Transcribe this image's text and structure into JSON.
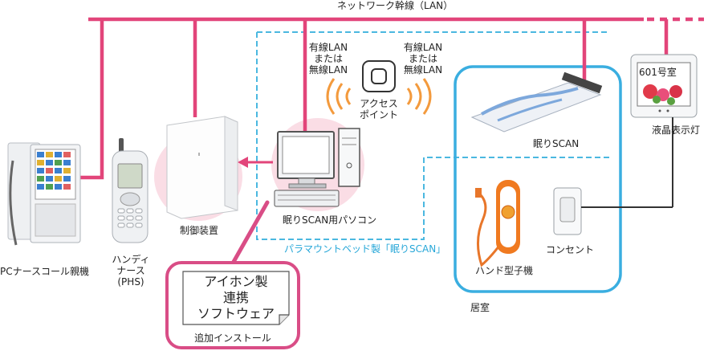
{
  "network": {
    "backbone_label": "ネットワーク幹線（LAN）"
  },
  "devices": {
    "nurse_call": "PCナースコール親機",
    "handy_nurse": [
      "ハンディ",
      "ナース",
      "(PHS)"
    ],
    "controller": "制御装置",
    "pc": "眠りSCAN用パソコン",
    "access_point": [
      "アクセス",
      "ポイント"
    ],
    "lan_left": [
      "有線LAN",
      "または",
      "無線LAN"
    ],
    "lan_right": [
      "有線LAN",
      "または",
      "無線LAN"
    ],
    "sleep_scan": "眠りSCAN",
    "lcd_light": "液晶表示灯",
    "lcd_screen_text": "601号室",
    "hand_unit": "ハンド型子機",
    "outlet": "コンセント",
    "room": "居室"
  },
  "paramount_label": "パラマウントベッド製「眠りSCAN」",
  "software": {
    "lines": [
      "アイホン製",
      "連携",
      "ソフトウェア"
    ],
    "caption": "追加インストール"
  },
  "colors": {
    "lan": "#e2457a",
    "dashed_box": "#4bb8e0",
    "room_box": "#3aaee0",
    "pink_halo": "#fadde5",
    "callout_border": "#d94d86",
    "wave": "#f39a3d"
  }
}
